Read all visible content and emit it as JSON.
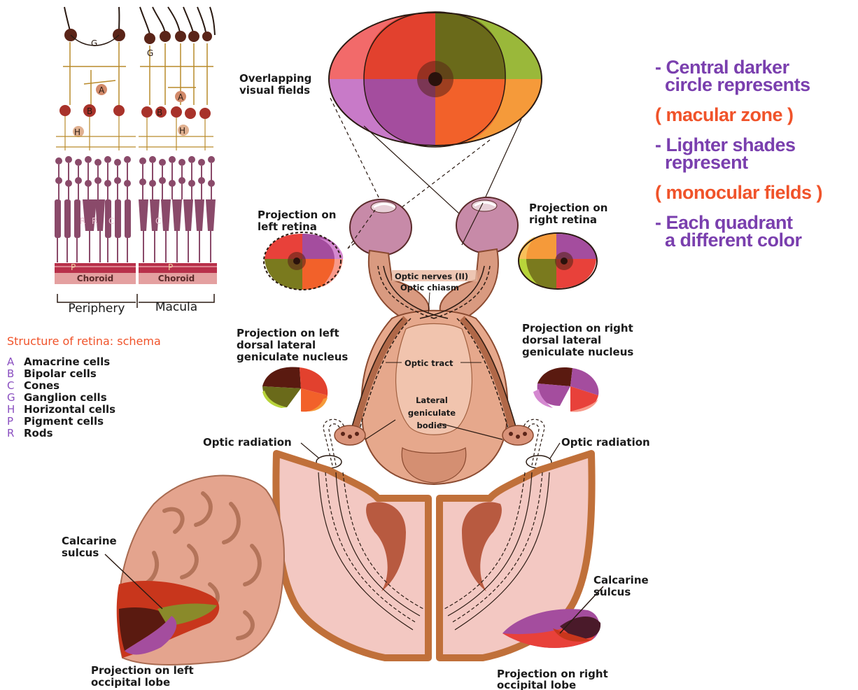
{
  "labels": {
    "overlapping": [
      "Overlapping",
      "visual fields"
    ],
    "proj_left_retina": [
      "Projection on",
      "left retina"
    ],
    "proj_right_retina": [
      "Projection on",
      "right retina"
    ],
    "optic_nerves": "Optic nerves (II)",
    "optic_chiasm": "Optic chiasm",
    "proj_left_lgn": [
      "Projection on left",
      "dorsal lateral",
      "geniculate nucleus"
    ],
    "proj_right_lgn": [
      "Projection on right",
      "dorsal lateral",
      "geniculate nucleus"
    ],
    "optic_tract": "Optic tract",
    "lateral_geniculate": [
      "Lateral",
      "geniculate",
      "bodies"
    ],
    "optic_radiation_left": "Optic radiation",
    "optic_radiation_right": "Optic radiation",
    "calcarine_left": [
      "Calcarine",
      "sulcus"
    ],
    "calcarine_right": [
      "Calcarine",
      "sulcus"
    ],
    "proj_left_occipital": [
      "Projection on left",
      "occipital lobe"
    ],
    "proj_right_occipital": [
      "Projection on right",
      "occipital lobe"
    ]
  },
  "retina": {
    "letters": {
      "G": "G",
      "A": "A",
      "B": "B",
      "H": "H",
      "R": "R",
      "C": "C",
      "P": "P"
    },
    "choroid": "Choroid",
    "periphery": "Periphery",
    "macula": "Macula"
  },
  "legend": {
    "title": "Structure of retina: schema",
    "items": [
      {
        "key": "A",
        "label": "Amacrine cells"
      },
      {
        "key": "B",
        "label": "Bipolar cells"
      },
      {
        "key": "C",
        "label": "Cones"
      },
      {
        "key": "G",
        "label": "Ganglion cells"
      },
      {
        "key": "H",
        "label": "Horizontal cells"
      },
      {
        "key": "P",
        "label": "Pigment cells"
      },
      {
        "key": "R",
        "label": "Rods"
      }
    ]
  },
  "notes": {
    "line1a": "- Central darker",
    "line1b": "circle represents",
    "line2": "( macular zone )",
    "line3a": "- Lighter shades",
    "line3b": "represent",
    "line4": "( monocular fields )",
    "line5a": "- Each quadrant",
    "line5b": "a different color"
  },
  "colors": {
    "red": "#e8413a",
    "green": "#7a7a1e",
    "orange": "#f2612a",
    "purple": "#a44d9e",
    "tissue": "#e9a98f",
    "notes_purple": "#7a3fae",
    "notes_orange": "#f0532a"
  }
}
